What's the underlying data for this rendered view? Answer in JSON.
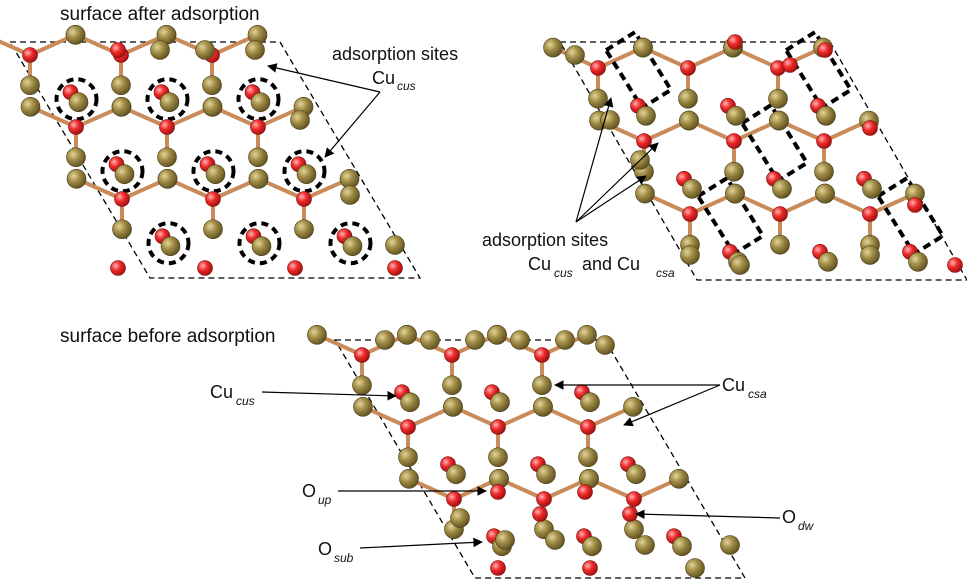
{
  "panels": {
    "after_left_title": "surface after adsorption",
    "before_title": "surface before adsorption"
  },
  "annotations": {
    "sites_1_line1": "adsorption sites",
    "sites_1_cu": "Cu",
    "sites_1_cu_sub": "cus",
    "sites_2_line1": "adsorption sites",
    "sites_2_cu": "Cu",
    "sites_2_cu_sub": "cus",
    "sites_2_and": "and Cu",
    "sites_2_and_sub": "csa",
    "cu_cus": "Cu",
    "cu_cus_sub": "cus",
    "cu_csa": "Cu",
    "cu_csa_sub": "csa",
    "o_up": "O",
    "o_up_sub": "up",
    "o_dw": "O",
    "o_dw_sub": "dw",
    "o_sub": "O",
    "o_sub_sub": "sub"
  },
  "colors": {
    "copper": "#8c7a3a",
    "copper_light": "#cbb978",
    "oxygen": "#e8262a",
    "oxygen_light": "#ff8a8a",
    "bond": "#c98b5a"
  }
}
